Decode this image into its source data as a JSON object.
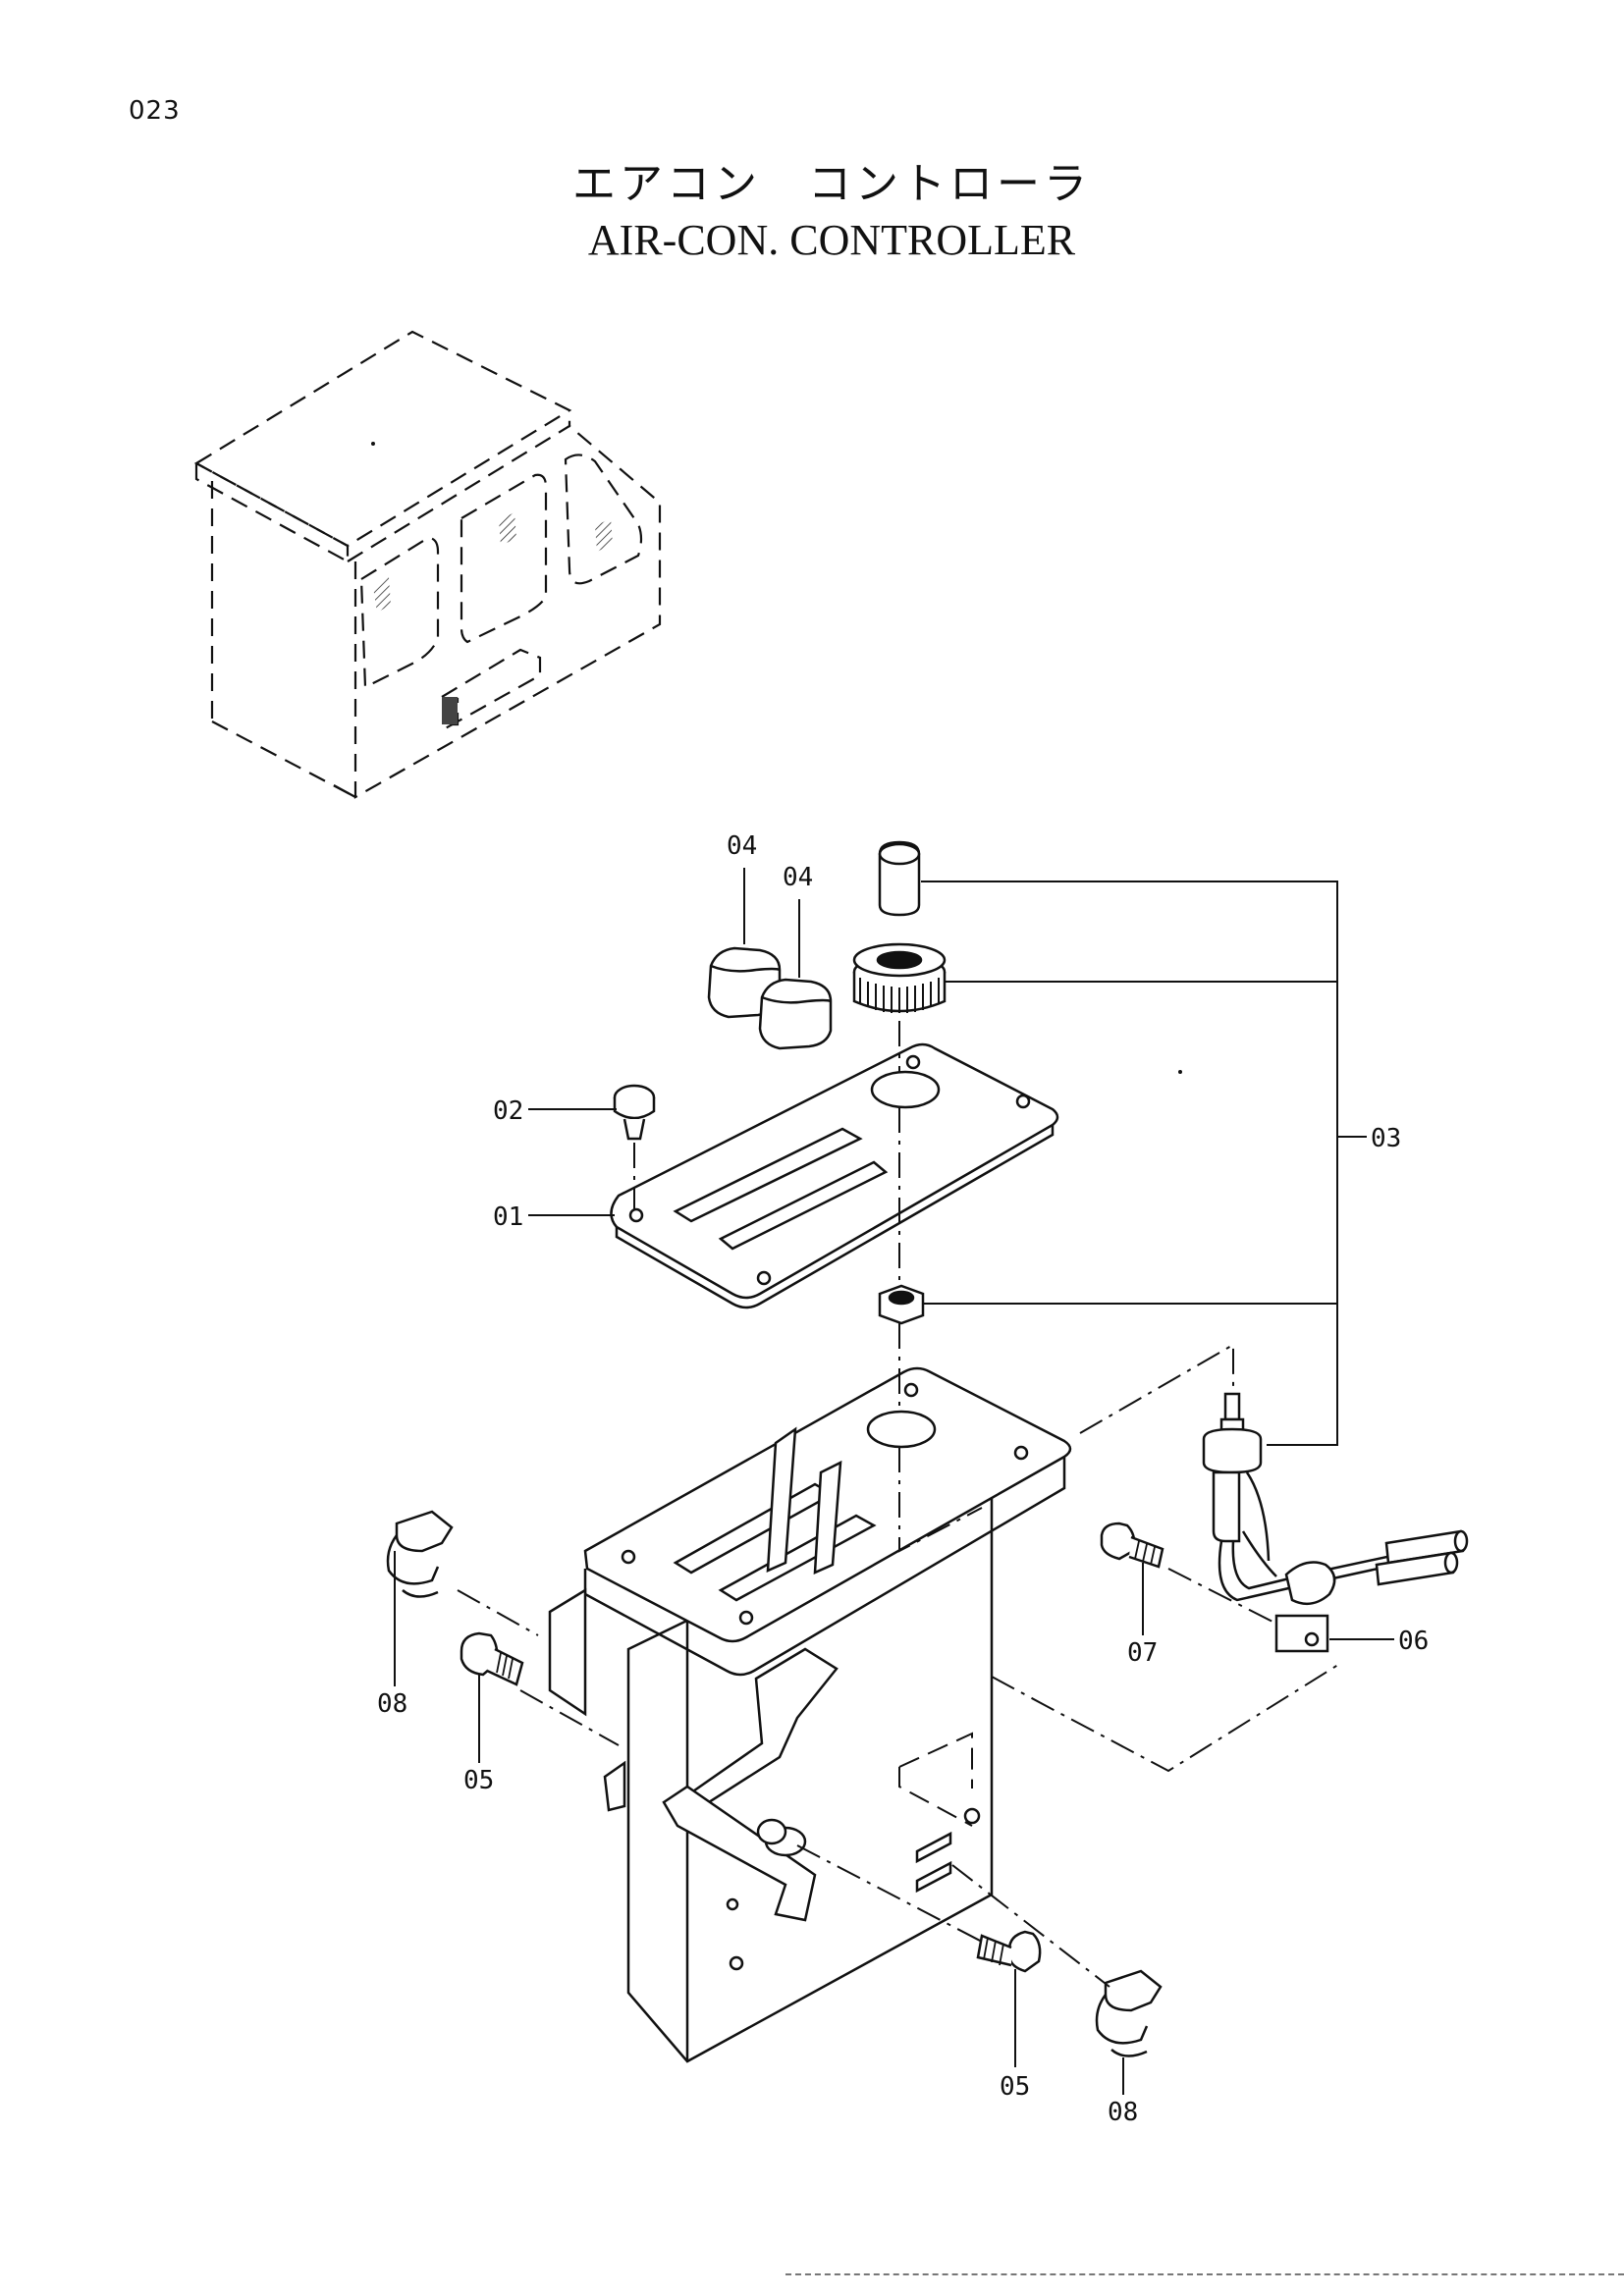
{
  "page_number": "023",
  "title_jp": "エアコン　コントローラ",
  "title_en": "AIR-CON. CONTROLLER",
  "callouts": {
    "c01": "01",
    "c02": "02",
    "c03": "03",
    "c04a": "04",
    "c04b": "04",
    "c05a": "05",
    "c05b": "05",
    "c06": "06",
    "c07": "07",
    "c08a": "08",
    "c08b": "08"
  }
}
